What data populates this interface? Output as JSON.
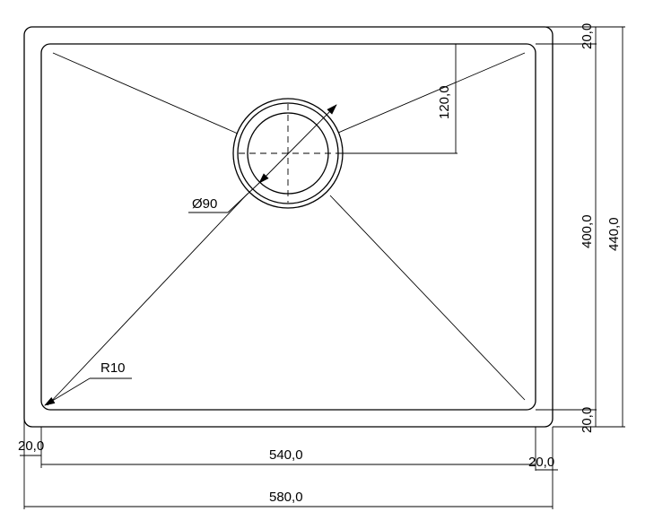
{
  "drawing": {
    "type": "sink technical drawing",
    "units": "mm",
    "dimensions": {
      "overall_width": "580,0",
      "bowl_width": "540,0",
      "left_margin": "20,0",
      "right_margin": "20,0",
      "overall_height": "440,0",
      "bowl_height": "400,0",
      "top_margin": "20,0",
      "bottom_margin": "20,0",
      "drain_offset": "120,0",
      "drain_diameter": "Ø90",
      "corner_radius": "R10"
    }
  }
}
